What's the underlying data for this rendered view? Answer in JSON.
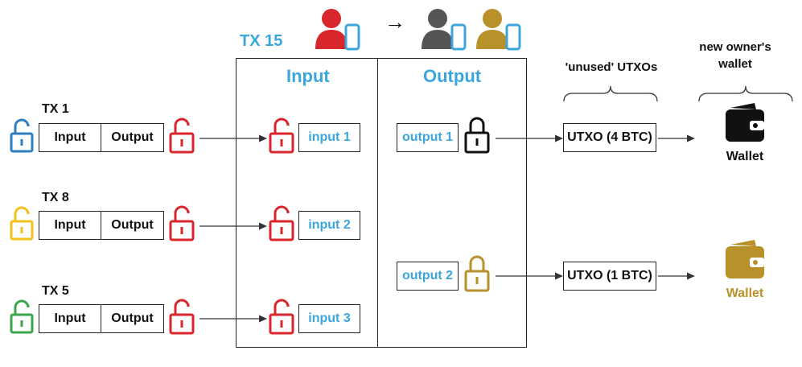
{
  "tx15": {
    "title": "TX 15",
    "input_header": "Input",
    "output_header": "Output"
  },
  "transfer_arrow": "→",
  "source_txs": [
    {
      "label": "TX 1",
      "input": "Input",
      "output": "Output",
      "lock_color": "#2f7fc0"
    },
    {
      "label": "TX 8",
      "input": "Input",
      "output": "Output",
      "lock_color": "#f2c21b"
    },
    {
      "label": "TX 5",
      "input": "Input",
      "output": "Output",
      "lock_color": "#3aa64a"
    }
  ],
  "inputs": [
    "input 1",
    "input 2",
    "input 3"
  ],
  "outputs": [
    {
      "label": "output 1",
      "lock_color": "#111111"
    },
    {
      "label": "output 2",
      "lock_color": "#b8912a"
    }
  ],
  "utxo_header": "'unused' UTXOs",
  "utxos": [
    "UTXO (4 BTC)",
    "UTXO (1 BTC)"
  ],
  "wallet_header": "new owner's wallet",
  "wallets": [
    {
      "label": "Wallet",
      "color": "#111111"
    },
    {
      "label": "Wallet",
      "color": "#b8912a"
    }
  ],
  "colors": {
    "accent": "#3aa6dc",
    "spent_lock": "#d9262c",
    "sender": "#d9262c",
    "receiver1": "#555555",
    "receiver2": "#b8912a"
  }
}
